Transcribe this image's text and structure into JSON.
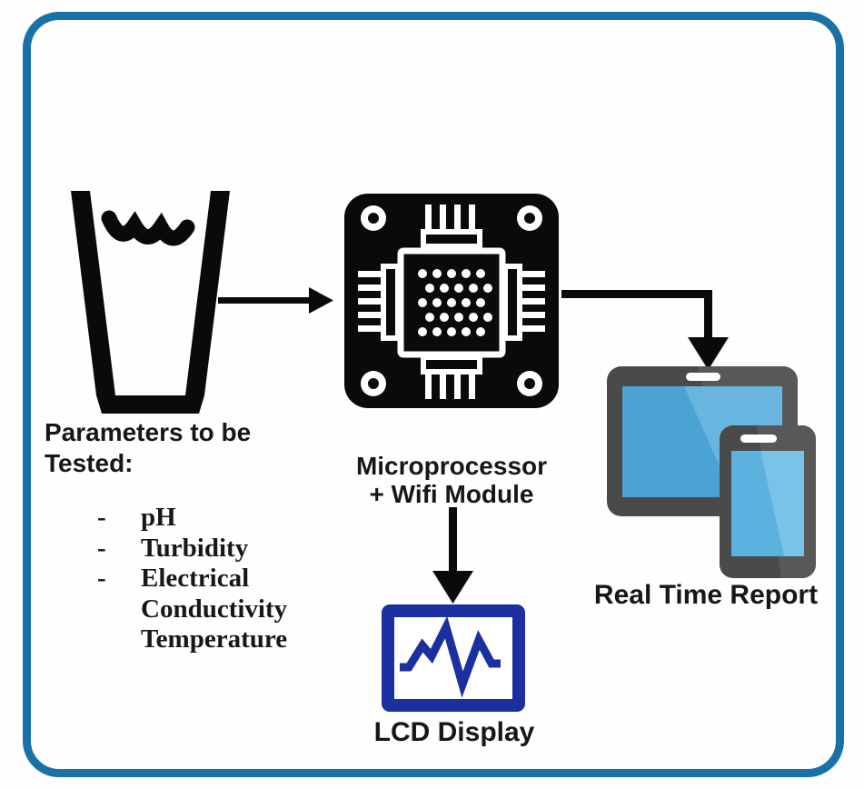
{
  "colors": {
    "frame_blue": "#1a71a8",
    "ink_black": "#0a0a0a",
    "text_black": "#171717",
    "lcd_navy": "#1b2f9e",
    "device_gray": "#4a4a4a",
    "device_gray_light": "#585858",
    "screen_blue": "#4ba3d4",
    "screen_blue_light": "#68b6df",
    "phone_screen_blue": "#5cb2de",
    "phone_screen_light": "#79c2e8"
  },
  "parameters": {
    "title_line1": "Parameters to be",
    "title_line2": "Tested:",
    "items": [
      {
        "dash": "-",
        "label": "pH"
      },
      {
        "dash": "-",
        "label": "Turbidity"
      },
      {
        "dash": "-",
        "label": "Electrical"
      },
      {
        "dash": "",
        "label": "Conductivity"
      },
      {
        "dash": "",
        "label": "Temperature"
      }
    ]
  },
  "processor": {
    "label_line1": "Microprocessor",
    "label_line2": "+ Wifi Module"
  },
  "report": {
    "label": "Real Time Report"
  },
  "lcd": {
    "label": "LCD Display"
  },
  "icons": {
    "cup": "water-sample-cup-icon",
    "chip": "microprocessor-chip-icon",
    "devices": "tablet-and-phone-icon",
    "lcd": "lcd-display-icon",
    "arrow_cup_to_chip": "arrow-right-icon",
    "arrow_chip_to_devices": "arrow-elbow-down-icon",
    "arrow_chip_to_lcd": "arrow-down-icon"
  }
}
